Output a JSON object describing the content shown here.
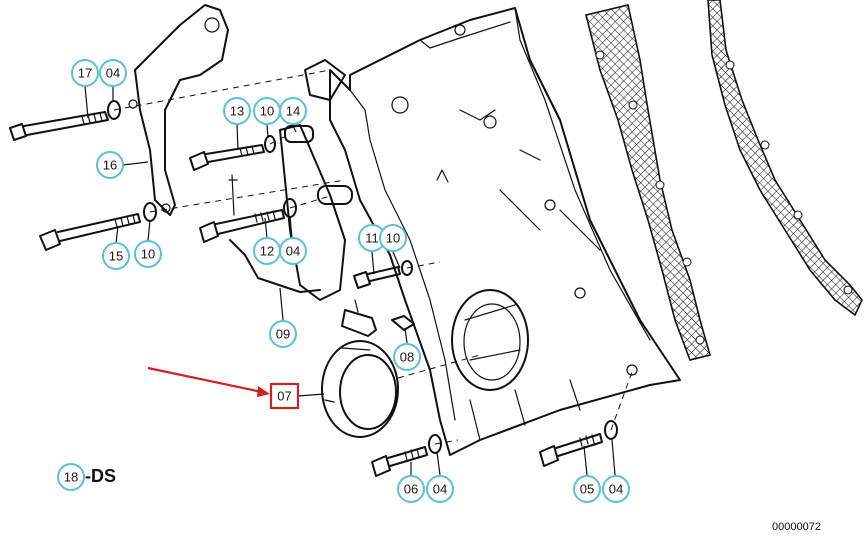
{
  "diagram": {
    "callouts": {
      "c17": "17",
      "c04a": "04",
      "c16": "16",
      "c13": "13",
      "c10a": "10",
      "c14": "14",
      "c15": "15",
      "c10b": "10",
      "c12": "12",
      "c04b": "04",
      "c11": "11",
      "c10c": "10",
      "c09": "09",
      "c08": "08",
      "c07": "07",
      "c06": "06",
      "c04c": "04",
      "c05": "05",
      "c04d": "04",
      "c18": "18"
    },
    "ds_suffix": "-DS",
    "drawing_code": "00000072",
    "highlight_color": "#d42020",
    "callout_color": "#5bbfd6"
  }
}
